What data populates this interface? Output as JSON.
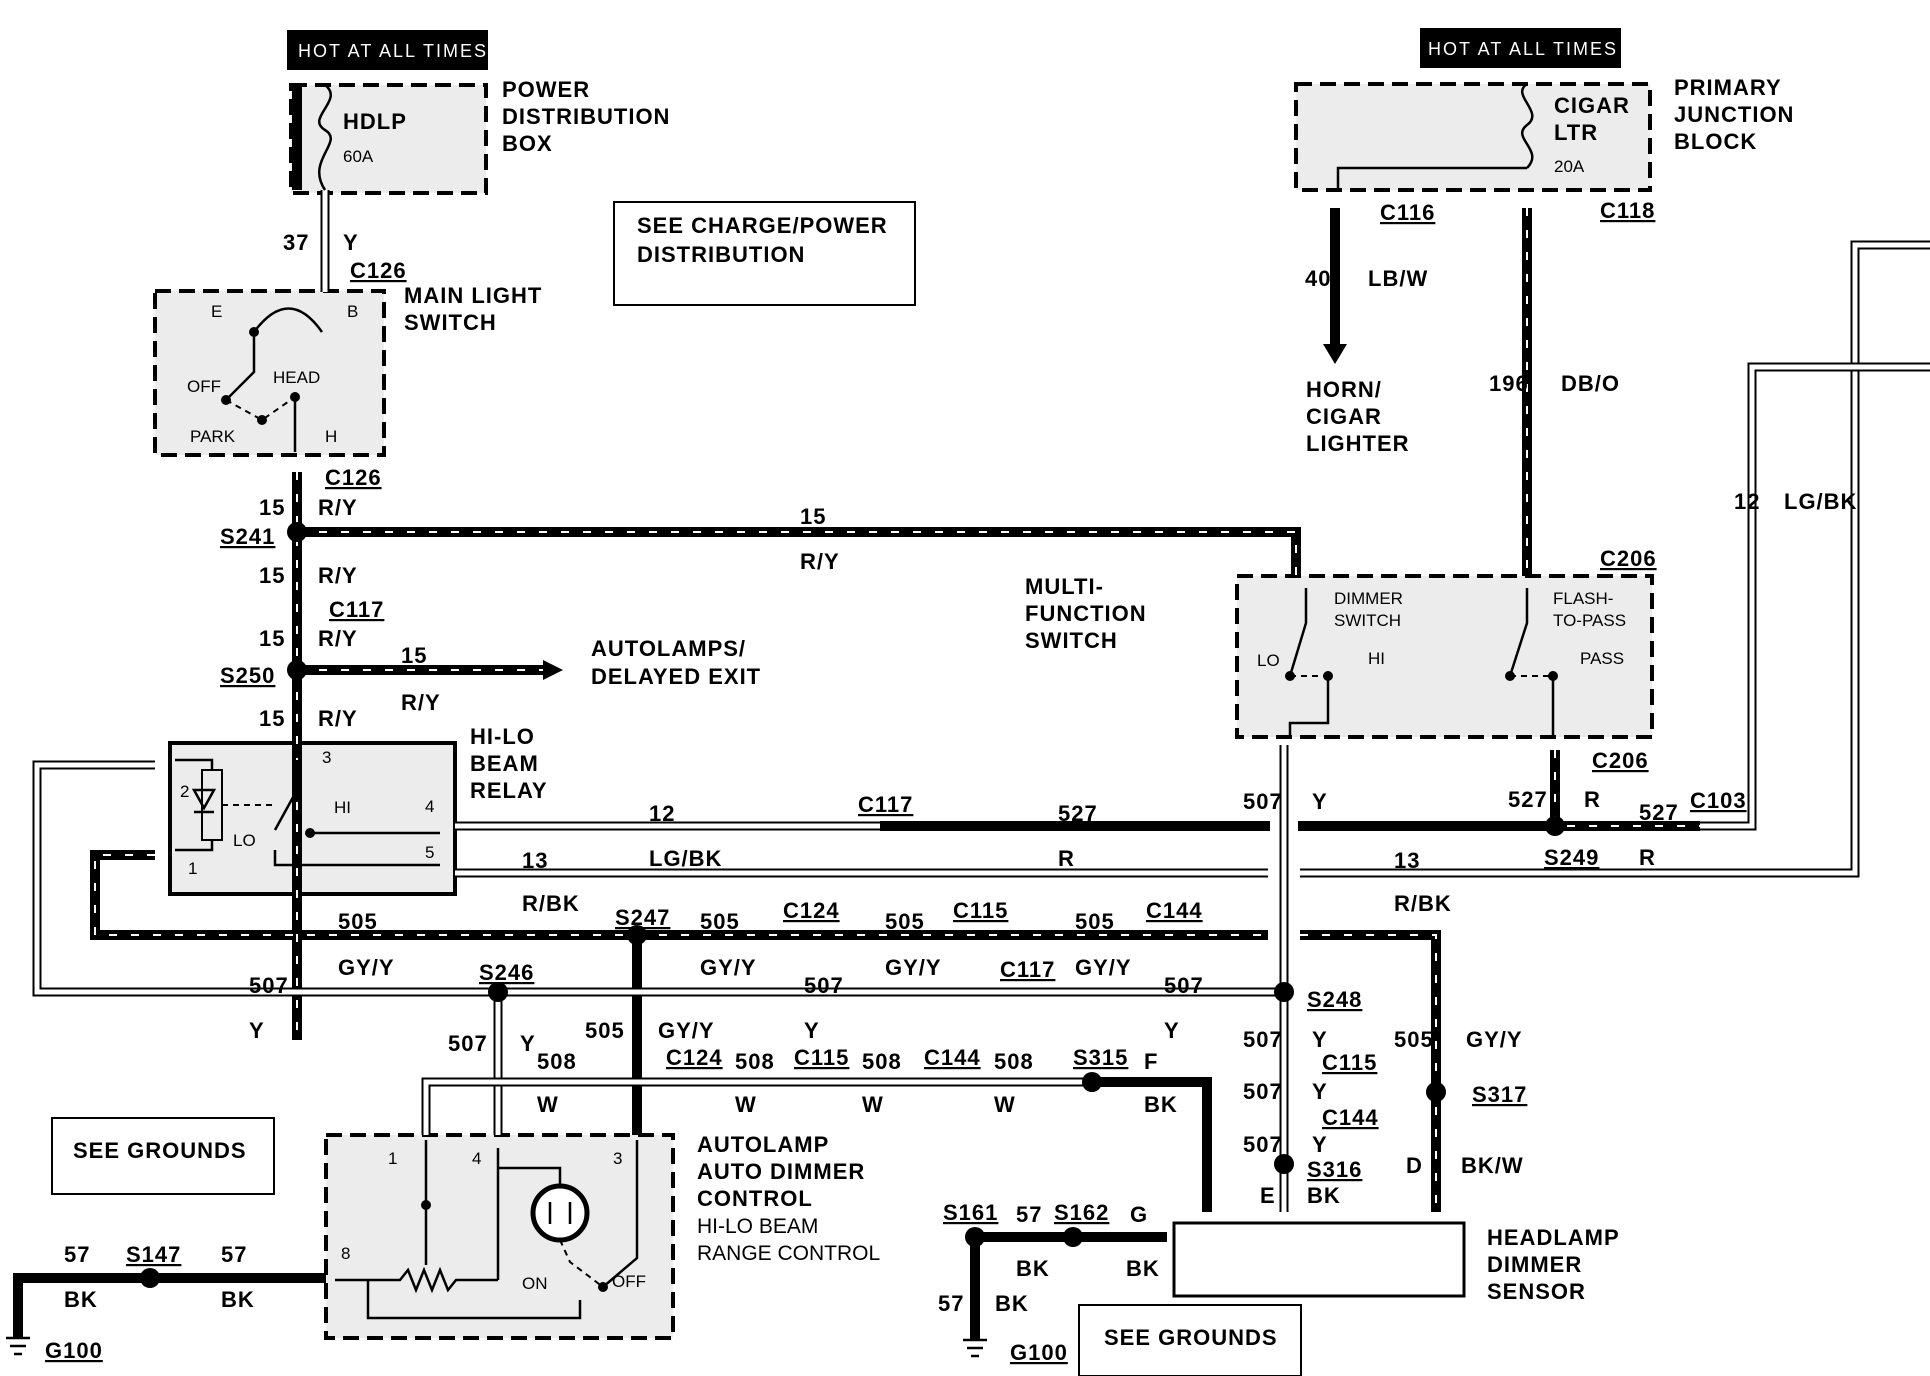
{
  "hot_labels": {
    "left": "HOT AT ALL TIMES",
    "right": "HOT AT ALL TIMES"
  },
  "components": {
    "power_box": {
      "name": [
        "POWER",
        "DISTRIBUTION",
        "BOX"
      ],
      "fuse": "HDLP",
      "rating": "60A"
    },
    "junction_block": {
      "name": [
        "PRIMARY",
        "JUNCTION",
        "BLOCK"
      ],
      "fuse": [
        "CIGAR",
        "LTR"
      ],
      "rating": "20A"
    },
    "main_light_switch": {
      "name": [
        "MAIN LIGHT",
        "SWITCH"
      ],
      "terminals": {
        "e": "E",
        "b": "B",
        "off": "OFF",
        "head": "HEAD",
        "park": "PARK",
        "h": "H"
      }
    },
    "multifunction_switch": {
      "name": [
        "MULTI-",
        "FUNCTION",
        "SWITCH"
      ],
      "dimmer": [
        "DIMMER",
        "SWITCH"
      ],
      "lo": "LO",
      "hi": "HI",
      "flash": [
        "FLASH-",
        "TO-PASS"
      ],
      "pass": "PASS"
    },
    "relay": {
      "name": [
        "HI-LO",
        "BEAM",
        "RELAY"
      ],
      "pins": [
        "2",
        "1",
        "3",
        "4",
        "5"
      ],
      "hi": "HI",
      "lo": "LO"
    },
    "autolamp": {
      "name": [
        "AUTOLAMP",
        "AUTO DIMMER",
        "CONTROL"
      ],
      "sub": [
        "HI-LO BEAM",
        "RANGE CONTROL"
      ],
      "pins": [
        "1",
        "4",
        "3",
        "8"
      ],
      "on": "ON",
      "off": "OFF"
    },
    "sensor": {
      "name": [
        "HEADLAMP",
        "DIMMER",
        "SENSOR"
      ]
    }
  },
  "notes": {
    "charge": [
      "SEE CHARGE/POWER",
      "DISTRIBUTION"
    ],
    "grounds_left": "SEE GROUNDS",
    "grounds_right": "SEE GROUNDS",
    "horn": [
      "HORN/",
      "CIGAR",
      "LIGHTER"
    ],
    "autolamps": [
      "AUTOLAMPS/",
      "DELAYED EXIT"
    ]
  },
  "connectors": {
    "c126a": "C126",
    "c126b": "C126",
    "c117a": "C117",
    "c117b": "C117",
    "c117c": "C117",
    "c116": "C116",
    "c118": "C118",
    "c206a": "C206",
    "c206b": "C206",
    "c103": "C103",
    "c124a": "C124",
    "c124b": "C124",
    "c115a": "C115",
    "c115b": "C115",
    "c115c": "C115",
    "c144a": "C144",
    "c144b": "C144",
    "c144c": "C144"
  },
  "splices": {
    "s241": "S241",
    "s250": "S250",
    "s247": "S247",
    "s246": "S246",
    "s248": "S248",
    "s249": "S249",
    "s315": "S315",
    "s317": "S317",
    "s316": "S316",
    "s147": "S147",
    "s161": "S161",
    "s162": "S162"
  },
  "grounds": {
    "g100a": "G100",
    "g100b": "G100"
  },
  "wires": {
    "w37": {
      "n": "37",
      "c": "Y"
    },
    "w15a": {
      "n": "15",
      "c": "R/Y"
    },
    "w15b": {
      "n": "15",
      "c": "R/Y"
    },
    "w15c": {
      "n": "15",
      "c": "R/Y"
    },
    "w15d": {
      "n": "15",
      "c": "R/Y"
    },
    "w15e": {
      "n": "15",
      "c": "R/Y"
    },
    "w15f": {
      "n": "15",
      "c": "R/Y"
    },
    "w40": {
      "n": "40",
      "c": "LB/W"
    },
    "w196": {
      "n": "196",
      "c": "DB/O"
    },
    "w12v": {
      "n": "12",
      "c": "LG/BK"
    },
    "w12h": {
      "n": "12",
      "c": "LG/BK"
    },
    "w527a": {
      "n": "527",
      "c": "R"
    },
    "w527b": {
      "n": "527",
      "c": "R"
    },
    "w527c": {
      "n": "527",
      "c": "R"
    },
    "w507v": {
      "n": "507",
      "c": "Y"
    },
    "w13a": {
      "n": "13",
      "c": "R/BK"
    },
    "w13b": {
      "n": "13",
      "c": "R/BK"
    },
    "w505a": {
      "n": "505",
      "c": "GY/Y"
    },
    "w505b": {
      "n": "505",
      "c": "GY/Y"
    },
    "w505c": {
      "n": "505",
      "c": "GY/Y"
    },
    "w505d": {
      "n": "505",
      "c": "GY/Y"
    },
    "w505e": {
      "n": "505",
      "c": "GY/Y"
    },
    "w505f": {
      "n": "505",
      "c": "GY/Y"
    },
    "w507a": {
      "n": "507",
      "c": "Y"
    },
    "w507b": {
      "n": "507",
      "c": "Y"
    },
    "w507c": {
      "n": "507",
      "c": "Y"
    },
    "w507d": {
      "n": "507",
      "c": "Y"
    },
    "w507e": {
      "n": "507",
      "c": "Y"
    },
    "w507f": {
      "n": "507",
      "c": "Y"
    },
    "w507g": {
      "n": "507",
      "c": "Y"
    },
    "w508a": {
      "n": "508",
      "c": "W"
    },
    "w508b": {
      "n": "508",
      "c": "W"
    },
    "w508c": {
      "n": "508",
      "c": "W"
    },
    "w508d": {
      "n": "508",
      "c": "W"
    },
    "wF": {
      "n": "F",
      "c": "BK"
    },
    "wD": {
      "n": "D",
      "c": "BK/W"
    },
    "wE": {
      "n": "E",
      "c": "BK"
    },
    "wG": {
      "n": "G",
      "c": "BK"
    },
    "w57a": {
      "n": "57",
      "c": "BK"
    },
    "w57b": {
      "n": "57",
      "c": "BK"
    },
    "w57c": {
      "n": "57",
      "c": "BK"
    },
    "w57d": {
      "n": "57",
      "c": "BK"
    }
  }
}
